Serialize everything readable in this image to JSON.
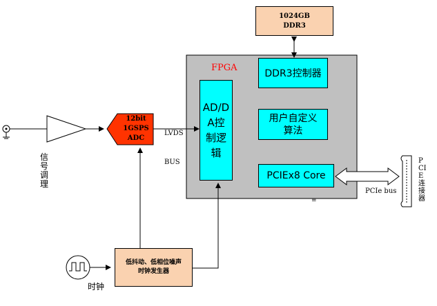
{
  "colors": {
    "fpga_fill": "#c0c0c0",
    "module_fill": "#00ffff",
    "ddr3_fill": "#fad2b0",
    "clock_fill": "#fad2b0",
    "adc_fill": "#ff3300",
    "line": "#000000",
    "fpga_label": "#ff0000"
  },
  "labels": {
    "ddr3_chip_line1": "1024GB",
    "ddr3_chip_line2": "DDR3",
    "fpga": "FPGA",
    "ddr3_ctrl": "DDR3控制器",
    "user_algo_line1": "用户自定义",
    "user_algo_line2": "算法",
    "pcie_core": "PCIEx8 Core",
    "adda_line1": "AD/D",
    "adda_line2": "A控",
    "adda_line3": "制逻",
    "adda_line4": "辑",
    "adc_line1": "12bit",
    "adc_line2": "1GSPS",
    "adc_line3": "ADC",
    "lvds_line1": "LVDS",
    "lvds_line2": "BUS",
    "signal_cond": "信号调理",
    "pcie_bus": "PCIe bus",
    "pcie_connector": "PCIE连接器",
    "clock_gen_line1": "低抖动、低相位噪声",
    "clock_gen_line2": "时钟发生器",
    "clock": "时钟",
    "equals_mark": "="
  }
}
